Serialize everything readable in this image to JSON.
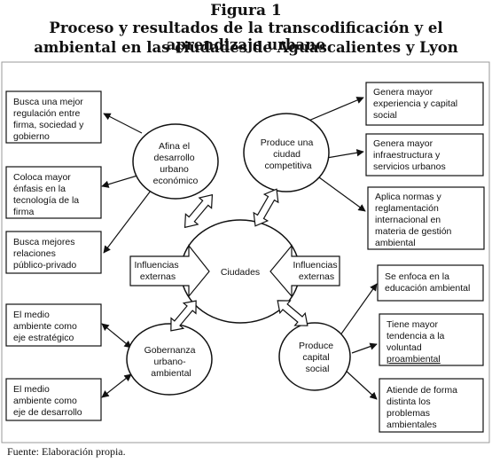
{
  "figure": {
    "label": "Figura 1",
    "title_line1": "Proceso y resultados de la transcodificación y el aprendizaje urbano",
    "title_line2": "ambiental en las ciudades de Aguascalientes y Lyon",
    "source": "Fuente: Elaboración propia."
  },
  "nodes": {
    "center": "Ciudades",
    "top_left": [
      "Afina el",
      "desarrollo",
      "urbano",
      "económico"
    ],
    "top_right": [
      "Produce una",
      "ciudad",
      "competitiva"
    ],
    "bottom_left": [
      "Gobernanza",
      "urbano-",
      "ambiental"
    ],
    "bottom_right": [
      "Produce",
      "capital",
      "social"
    ]
  },
  "arrows": {
    "left_influence": [
      "Influencias",
      "externas"
    ],
    "right_influence": [
      "Influencias",
      "externas"
    ]
  },
  "left_boxes": [
    [
      "Busca una mejor",
      "regulación entre",
      "firma, sociedad y",
      "gobierno"
    ],
    [
      "Coloca mayor",
      "énfasis en la",
      "tecnología de la",
      "firma"
    ],
    [
      "Busca mejores",
      "relaciones",
      "público-privado"
    ],
    [
      "El medio",
      "ambiente como",
      "eje estratégico"
    ],
    [
      "El medio",
      "ambiente como",
      "eje de desarrollo"
    ]
  ],
  "right_boxes": [
    [
      "Genera mayor",
      "experiencia y capital",
      "social"
    ],
    [
      "Genera mayor",
      "infraestructura y",
      "servicios urbanos"
    ],
    [
      "Aplica normas y",
      "reglamentación",
      "internacional en",
      "materia de gestión",
      "ambiental"
    ],
    [
      "Se enfoca en la",
      "educación ambiental"
    ],
    [
      "Tiene mayor",
      "tendencia a la",
      "voluntad",
      "proambiental"
    ],
    [
      "Atiende de forma",
      "distinta los",
      "problemas",
      "ambientales"
    ]
  ]
}
